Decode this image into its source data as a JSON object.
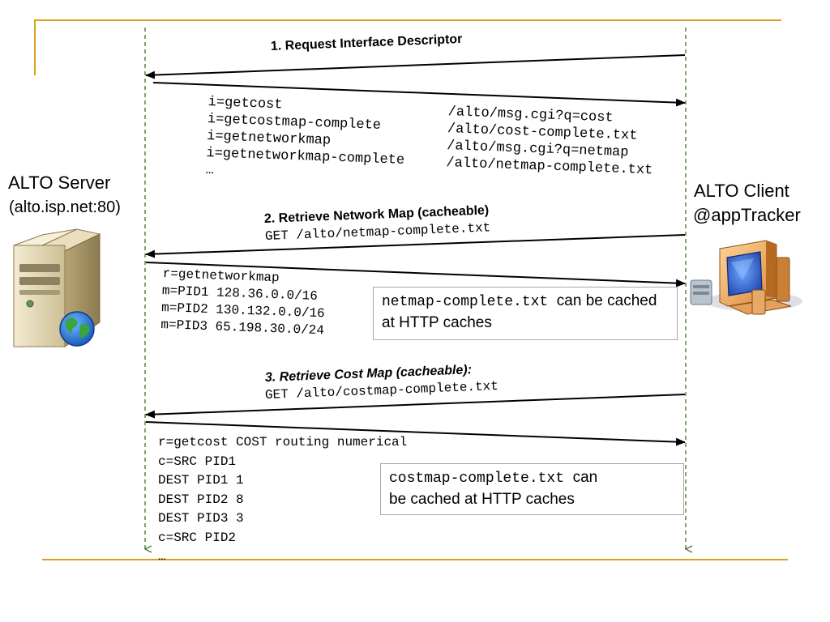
{
  "server": {
    "title": "ALTO Server",
    "host": "(alto.isp.net:80)"
  },
  "client": {
    "line1": "ALTO Client",
    "line2": "@appTracker"
  },
  "step1": {
    "title": "1. Request Interface Descriptor",
    "left_lines": [
      "i=getcost",
      "i=getcostmap-complete",
      "i=getnetworkmap",
      "i=getnetworkmap-complete",
      "…"
    ],
    "right_lines": [
      "/alto/msg.cgi?q=cost",
      "/alto/cost-complete.txt",
      "/alto/msg.cgi?q=netmap",
      "/alto/netmap-complete.txt"
    ]
  },
  "step2": {
    "title": "2. Retrieve Network Map (cacheable)",
    "request": "GET /alto/netmap-complete.txt",
    "response_lines": [
      "r=getnetworkmap",
      "m=PID1 128.36.0.0/16",
      "m=PID2 130.132.0.0/16",
      "m=PID3 65.198.30.0/24"
    ],
    "note_file": "netmap-complete.txt",
    "note_text": "can be cached at HTTP caches"
  },
  "step3": {
    "title": "3. Retrieve Cost Map (cacheable):",
    "request": "GET /alto/costmap-complete.txt",
    "response_lines": [
      "r=getcost COST routing numerical",
      "c=SRC PID1",
      "DEST PID1 1",
      "DEST PID2 8",
      "DEST PID3 3",
      "c=SRC PID2",
      "…"
    ],
    "note_file": "costmap-complete.txt",
    "note_text_1": "can",
    "note_text_2": "be cached at HTTP caches"
  },
  "colors": {
    "accent_rule": "#d9a21b",
    "lifeline": "#4a7a3a",
    "arrow": "#000000",
    "note_border": "#a8a8a8"
  },
  "icons": {
    "server": "server-tower-globe-icon",
    "client": "desktop-computer-icon"
  }
}
